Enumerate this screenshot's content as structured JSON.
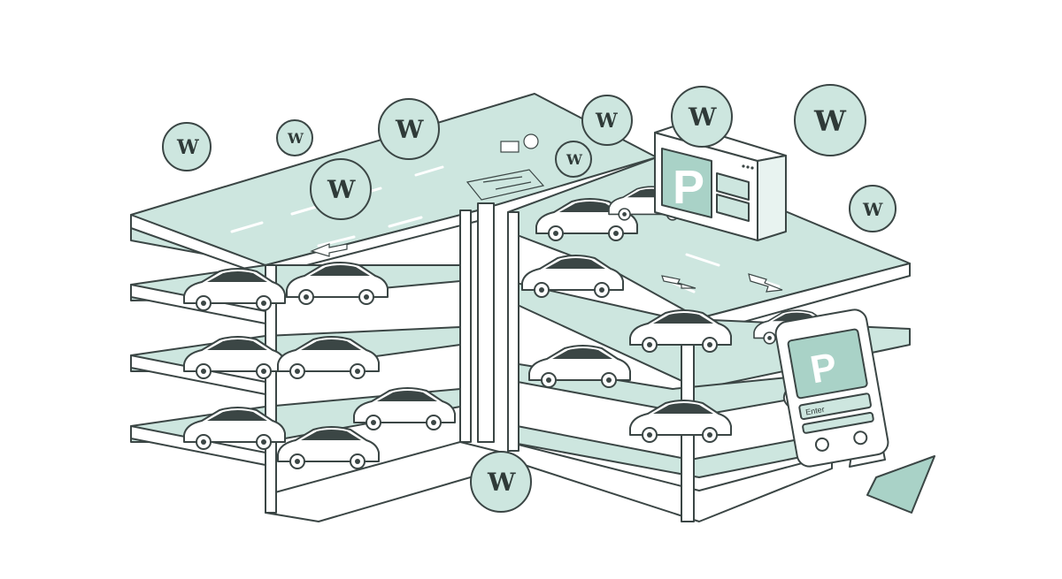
{
  "illustration": {
    "coin_symbol": "W",
    "parking_sign_letter": "P",
    "app_screen_letter": "P",
    "app_field_label": "Enter",
    "colors": {
      "mint": "#cde6df",
      "mint_dark": "#a9d2c7",
      "line": "#3b4645",
      "white": "#ffffff"
    }
  }
}
